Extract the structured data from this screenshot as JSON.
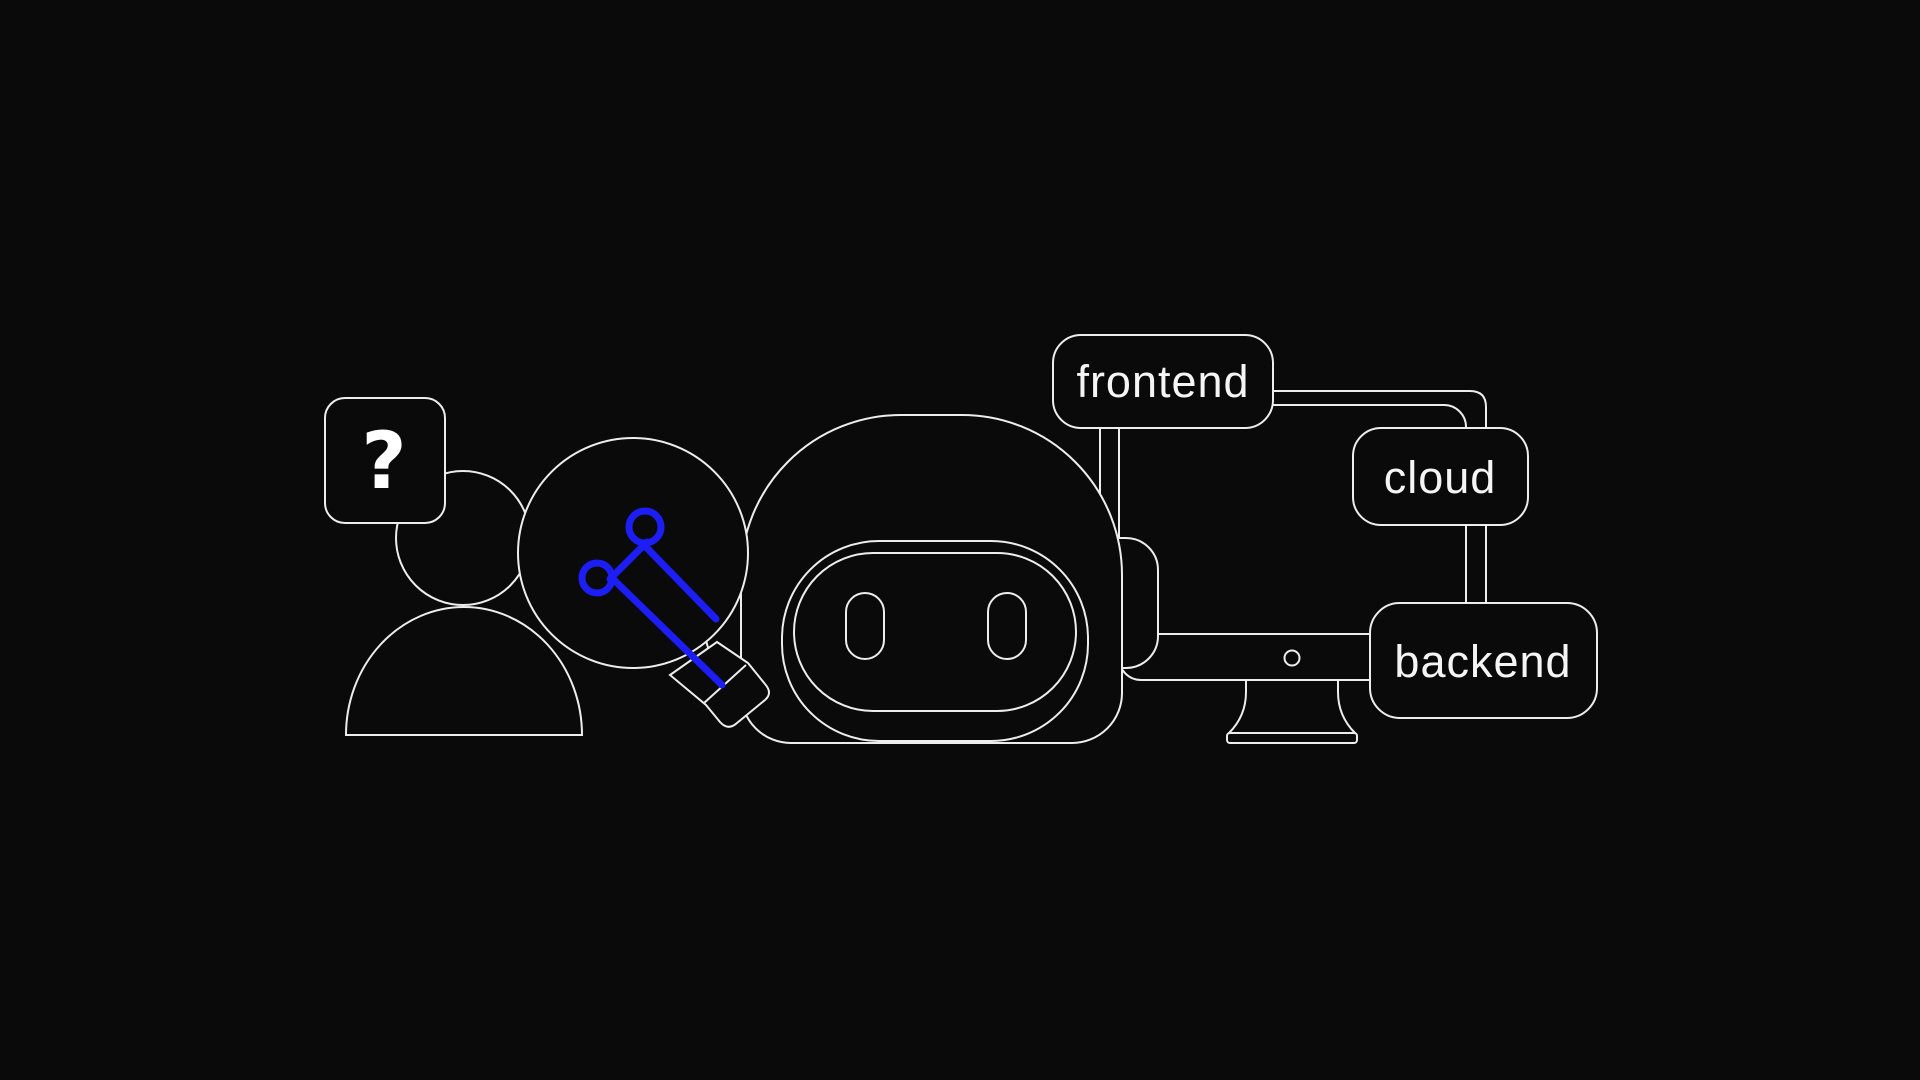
{
  "scene": {
    "background": "#0a0a0a",
    "stroke_color": "#ededed",
    "accent_blue": "#1d1df5",
    "text_color": "#f5f5f5"
  },
  "illustration": {
    "question_mark": "?",
    "nodes": [
      {
        "id": "frontend",
        "label": "frontend"
      },
      {
        "id": "cloud",
        "label": "cloud"
      },
      {
        "id": "backend",
        "label": "backend"
      }
    ]
  }
}
